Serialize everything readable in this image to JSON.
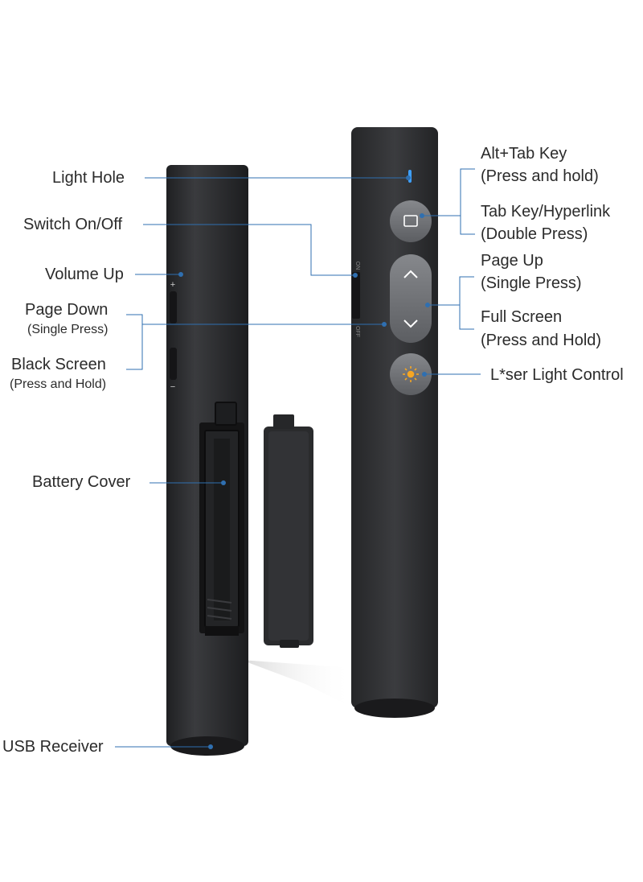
{
  "labels": {
    "light_hole": "Light Hole",
    "switch": "Switch On/Off",
    "volume_up": "Volume Up",
    "page_down": "Page Down",
    "page_down_sub": "(Single Press)",
    "black_screen": "Black Screen",
    "black_screen_sub": "(Press and Hold)",
    "battery_cover": "Battery Cover",
    "usb_receiver": "USB Receiver",
    "alt_tab": "Alt+Tab Key",
    "alt_tab_sub": "(Press and hold)",
    "tab_key": "Tab Key/Hyperlink",
    "tab_key_sub": "(Double Press)",
    "page_up": "Page Up",
    "page_up_sub": "(Single Press)",
    "full_screen": "Full Screen",
    "full_screen_sub": "(Press and Hold)",
    "laser": "L*ser Light Control"
  },
  "device_marks": {
    "plus": "+",
    "minus": "−",
    "on": "ON",
    "off": "OFF"
  },
  "colors": {
    "body": "#2c2d2f",
    "button": "#6e7074",
    "callout_line": "#2f6fb0",
    "led": "#3ea0ff",
    "laser_icon": "#f5a623"
  }
}
